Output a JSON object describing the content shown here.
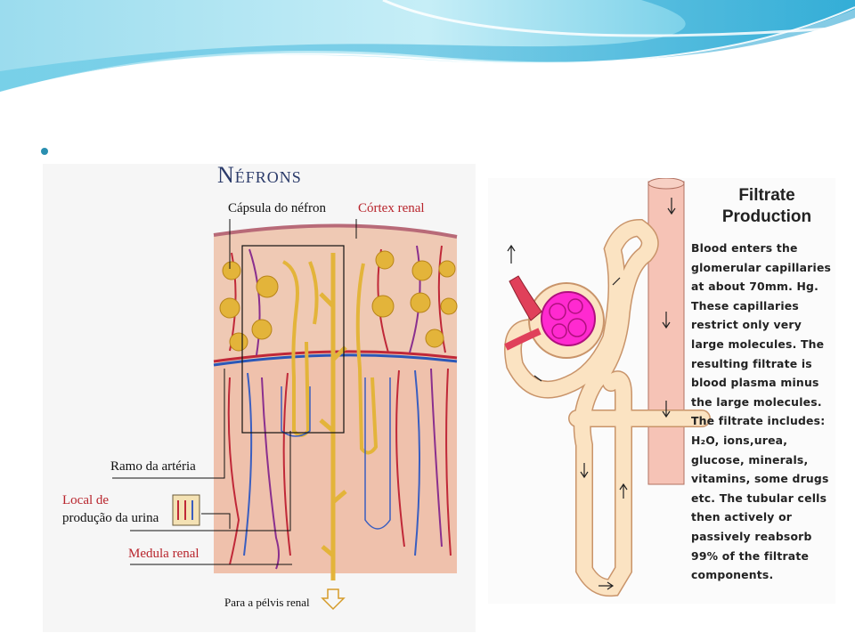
{
  "left_figure": {
    "title": "Néfrons",
    "labels": {
      "capsula": "Cápsula do néfron",
      "cortex": "Córtex renal",
      "ramo": "Ramo da artéria",
      "local_line1": "Local de",
      "local_line2": "produção da urina",
      "medula": "Medula renal",
      "pelvis": "Para a pélvis renal"
    }
  },
  "right_figure": {
    "title_line1": "Filtrate",
    "title_line2": "Production",
    "text_lines": [
      "Blood enters the",
      "glomerular capillaries",
      "at about 70mm. Hg.",
      "These capillaries",
      "restrict only very",
      "large molecules. The",
      "resulting filtrate is",
      "blood plasma minus",
      "the large molecules.",
      "The filtrate includes:",
      "H₂O, ions,urea,",
      "glucose, minerals,",
      "vitamins, some drugs",
      "etc. The tubular cells",
      "then actively or",
      "passively reabsorb",
      "99% of the filtrate",
      "components."
    ]
  },
  "colors": {
    "header_blue": "#3fb3d6",
    "tubule": "#fbe3c2",
    "artery_red": "#c83040",
    "vein_blue": "#3050b0",
    "glomerulus": "#ff2ad0"
  }
}
